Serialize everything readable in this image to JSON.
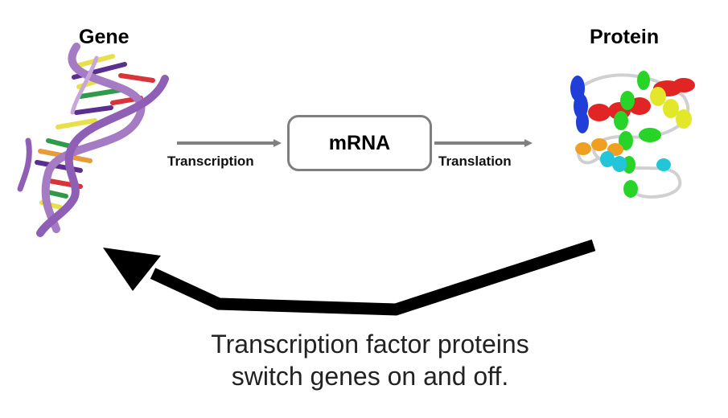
{
  "labels": {
    "gene": "Gene",
    "protein": "Protein",
    "mrna": "mRNA",
    "transcription": "Transcription",
    "translation": "Translation"
  },
  "caption": {
    "line1": "Transcription factor proteins",
    "line2": "switch genes on and off."
  },
  "colors": {
    "arrow_gray": "#808080",
    "feedback_arrow": "#000000",
    "dna_backbone": "#a57bc4",
    "dna_rungs": [
      "#e8e04a",
      "#d8343a",
      "#2f9a4a",
      "#5a2f8f",
      "#e89b3a"
    ],
    "protein_helices": [
      "#1f3fd8",
      "#e12525",
      "#28d428",
      "#e2e829",
      "#f0a020",
      "#22c6d8"
    ]
  },
  "icons": {
    "gene": "dna-double-helix-icon",
    "protein": "protein-ribbon-structure-icon"
  }
}
